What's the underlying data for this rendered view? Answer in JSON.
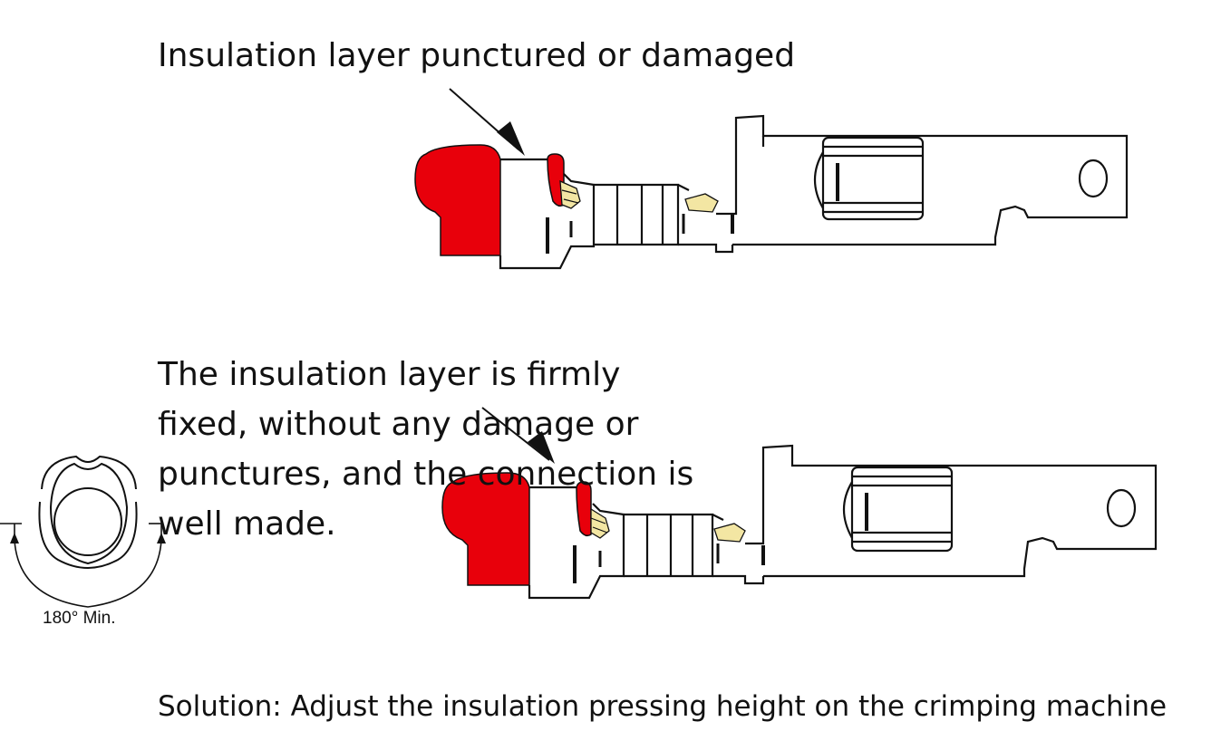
{
  "top_label": "Insulation layer punctured or damaged",
  "bottom_label_lines": [
    "The insulation layer is firmly",
    "fixed, without any damage or",
    "punctures, and the connection is",
    "well made."
  ],
  "solution_text": "Solution: Adjust the insulation pressing height on the crimping machine",
  "angle_label": "180° Min.",
  "colors": {
    "insulation": "#e8000b",
    "strand": "#f3e6a3",
    "line": "#111111",
    "paper": "#ffffff"
  },
  "icons": [
    "arrow-pointer-icon",
    "crimp-cross-section-icon"
  ]
}
